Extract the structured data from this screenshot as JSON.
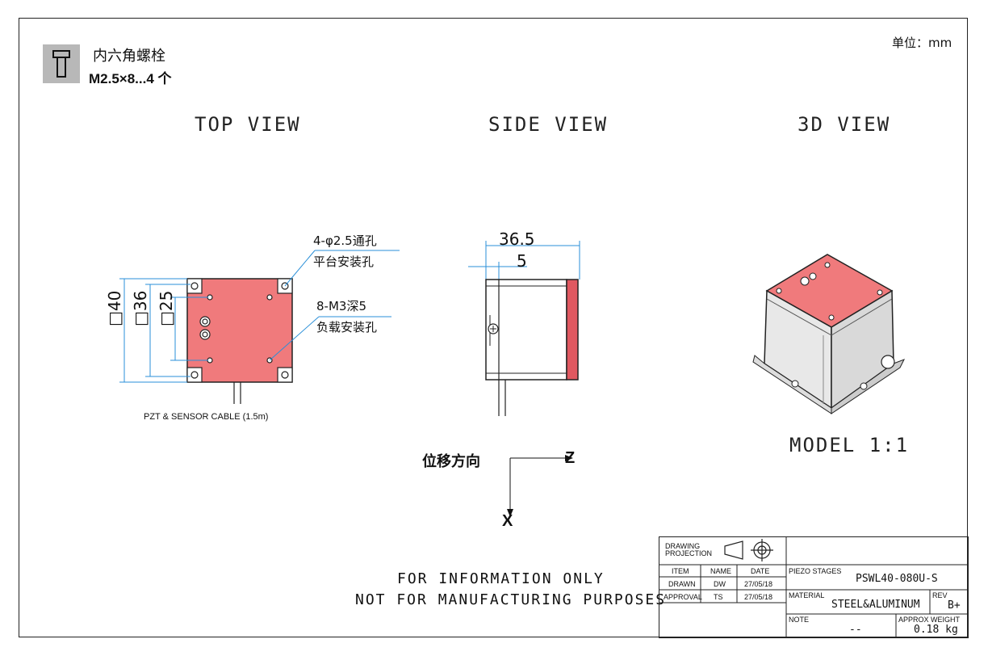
{
  "units": "单位：mm",
  "hardware": {
    "name": "内六角螺栓",
    "spec": "M2.5×8...4 个",
    "icon": "hex-bolt-icon"
  },
  "views": {
    "top": "TOP VIEW",
    "side": "SIDE VIEW",
    "iso": "3D VIEW"
  },
  "top_view": {
    "callout_holes": "4-φ2.5通孔",
    "callout_holes_sub": "平台安装孔",
    "callout_threads": "8-M3深5",
    "callout_threads_sub": "负载安装孔",
    "dim_outer": "□40",
    "dim_mid": "□36",
    "dim_inner": "□25",
    "cable_label": "PZT & SENSOR CABLE (1.5m)"
  },
  "side_view": {
    "dim_total": "36.5",
    "dim_plate": "5"
  },
  "model_scale": "MODEL 1:1",
  "direction": {
    "label": "位移方向",
    "axis_z": "Z",
    "axis_x": "X"
  },
  "disclaimer": {
    "line1": "FOR INFORMATION ONLY",
    "line2": "NOT FOR MANUFACTURING PURPOSES"
  },
  "title_block": {
    "projection_label_1": "DRAWING",
    "projection_label_2": "PROJECTION",
    "col_item": "ITEM",
    "col_name": "NAME",
    "col_date": "DATE",
    "row_drawn": "DRAWN",
    "drawn_name": "DW",
    "drawn_date": "27/05/18",
    "row_approval": "APPROVAL",
    "approval_name": "TS",
    "approval_date": "27/05/18",
    "product_label": "PIEZO STAGES",
    "product_value": "PSWL40-080U-S",
    "material_label": "MATERIAL",
    "material_value": "STEEL&ALUMINUM",
    "rev_label": "REV",
    "rev_value": "B+",
    "note_label": "NOTE",
    "note_value": "--",
    "weight_label": "APPROX WEIGHT",
    "weight_value": "0.18 kg"
  },
  "colors": {
    "stage_red": "#f07a7c",
    "side_red": "#e05860",
    "line": "#222222",
    "dim_blue": "#2a8fd8"
  }
}
